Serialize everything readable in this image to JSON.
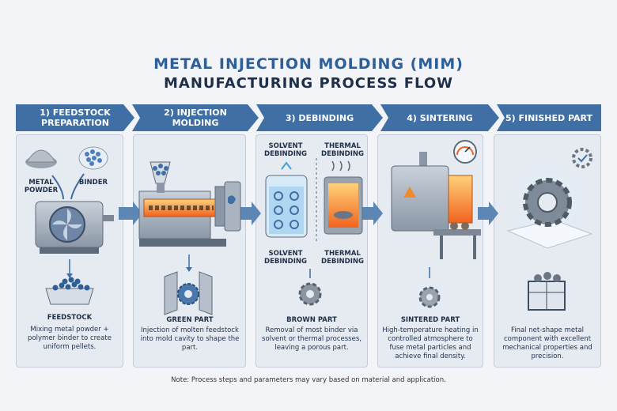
{
  "title": {
    "line1": "METAL INJECTION MOLDING (MIM)",
    "line2": "MANUFACTURING PROCESS FLOW"
  },
  "steps": [
    {
      "header": "1) FEEDSTOCK PREPARATION",
      "labels": {
        "metal_powder": "METAL POWDER",
        "binder": "BINDER"
      },
      "output": "FEEDSTOCK",
      "description": "Mixing metal powder + polymer binder to create uniform pellets."
    },
    {
      "header": "2) INJECTION MOLDING",
      "output": "GREEN PART",
      "description": "Injection of molten feedstock into mold cavity to shape the part."
    },
    {
      "header": "3) DEBINDING",
      "labels": {
        "solvent_top": "SOLVENT DEBINDING",
        "thermal_top": "THERMAL DEBINDING",
        "solvent_bottom": "SOLVENT DEBINDING",
        "thermal_bottom": "THERMAL DEBINDING"
      },
      "output": "BROWN PART",
      "description": "Removal of most binder via solvent or thermal processes, leaving a porous part."
    },
    {
      "header": "4) SINTERING",
      "output": "SINTERED PART",
      "description": "High-temperature heating in controlled atmosphere to fuse metal particles and achieve final density."
    },
    {
      "header": "5) FINISHED PART",
      "description": "Final net-shape metal component with excellent mechanical properties and precision."
    }
  ],
  "note": "Note: Process steps and parameters may vary based on material and application.",
  "colors": {
    "header_blue": "#3f6fa4",
    "title_blue": "#2f5f96",
    "panel_bg": "#e6ebf1",
    "heat_orange": "#f08a2a"
  }
}
